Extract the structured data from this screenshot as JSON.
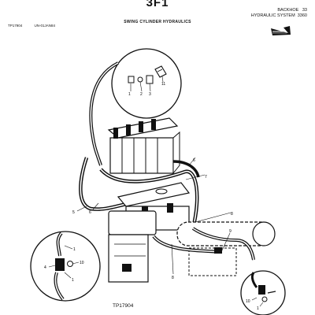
{
  "header": {
    "page_code": "3F1",
    "manual_section": "BACKHOE",
    "page_number": "33",
    "subsection": "HYDRAULIC SYSTEM",
    "model": "3360",
    "left_ref_1": "TP17904",
    "left_ref_2": "UN-01JAN84"
  },
  "section_title": "SWING CYLINDER HYDRAULICS",
  "figure": {
    "id": "TP17904",
    "callouts": [
      "1",
      "2",
      "3",
      "4",
      "5",
      "6",
      "7",
      "8",
      "9",
      "10",
      "11"
    ]
  },
  "icons": [
    "direction-arrow-icon"
  ]
}
